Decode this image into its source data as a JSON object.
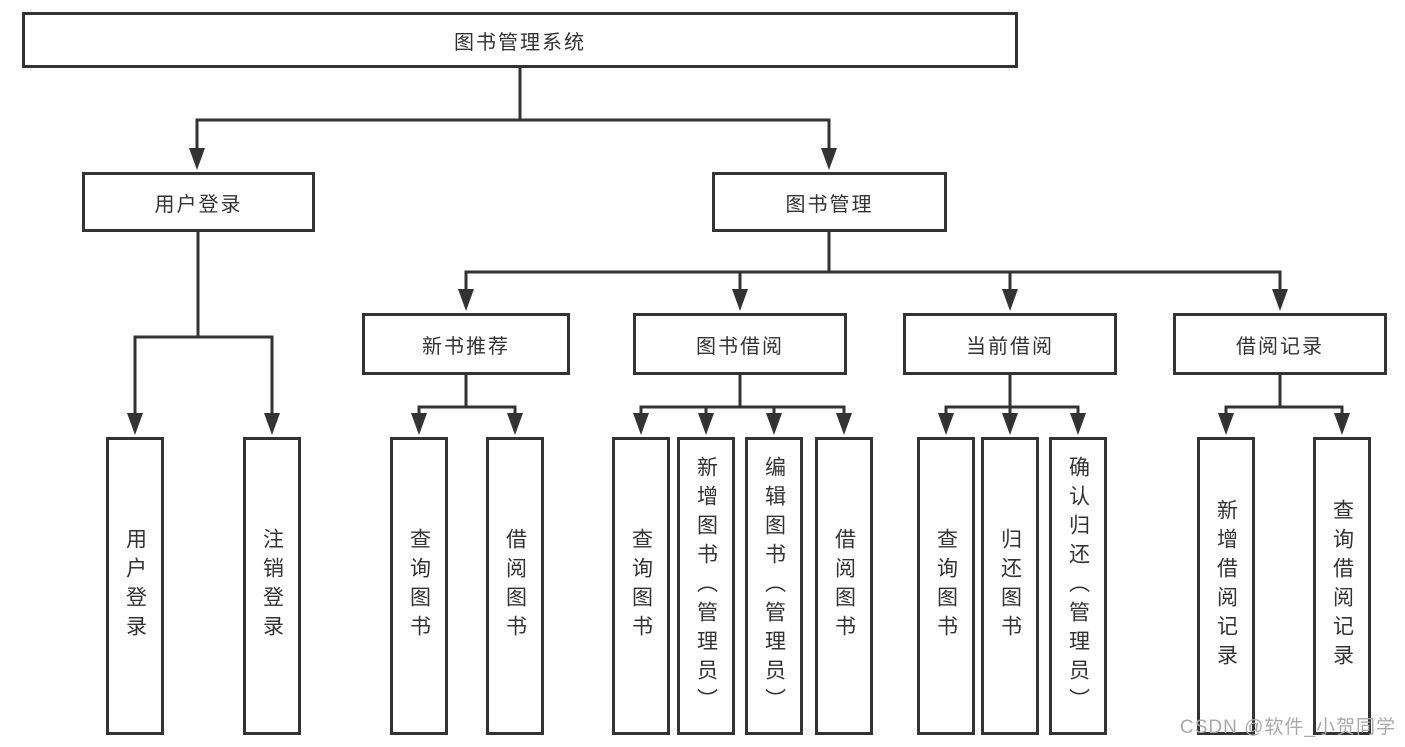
{
  "diagram": {
    "root": {
      "label": "图书管理系统"
    },
    "branches": [
      {
        "label": "用户登录",
        "children": [
          {
            "label": "用户登录"
          },
          {
            "label": "注销登录"
          }
        ]
      },
      {
        "label": "图书管理",
        "children": [
          {
            "label": "新书推荐",
            "children": [
              {
                "label": "查询图书"
              },
              {
                "label": "借阅图书"
              }
            ]
          },
          {
            "label": "图书借阅",
            "children": [
              {
                "label": "查询图书"
              },
              {
                "label": "新增图书（管理员）"
              },
              {
                "label": "编辑图书（管理员）"
              },
              {
                "label": "借阅图书"
              }
            ]
          },
          {
            "label": "当前借阅",
            "children": [
              {
                "label": "查询图书"
              },
              {
                "label": "归还图书"
              },
              {
                "label": "确认归还（管理员）"
              }
            ]
          },
          {
            "label": "借阅记录",
            "children": [
              {
                "label": "新增借阅记录"
              },
              {
                "label": "查询借阅记录"
              }
            ]
          }
        ]
      }
    ],
    "colors": {
      "line": "#333333",
      "text": "#333333",
      "watermark": "#a9a9a9",
      "background": "#ffffff"
    }
  },
  "watermark": {
    "text": "CSDN @软件_小贺同学"
  }
}
